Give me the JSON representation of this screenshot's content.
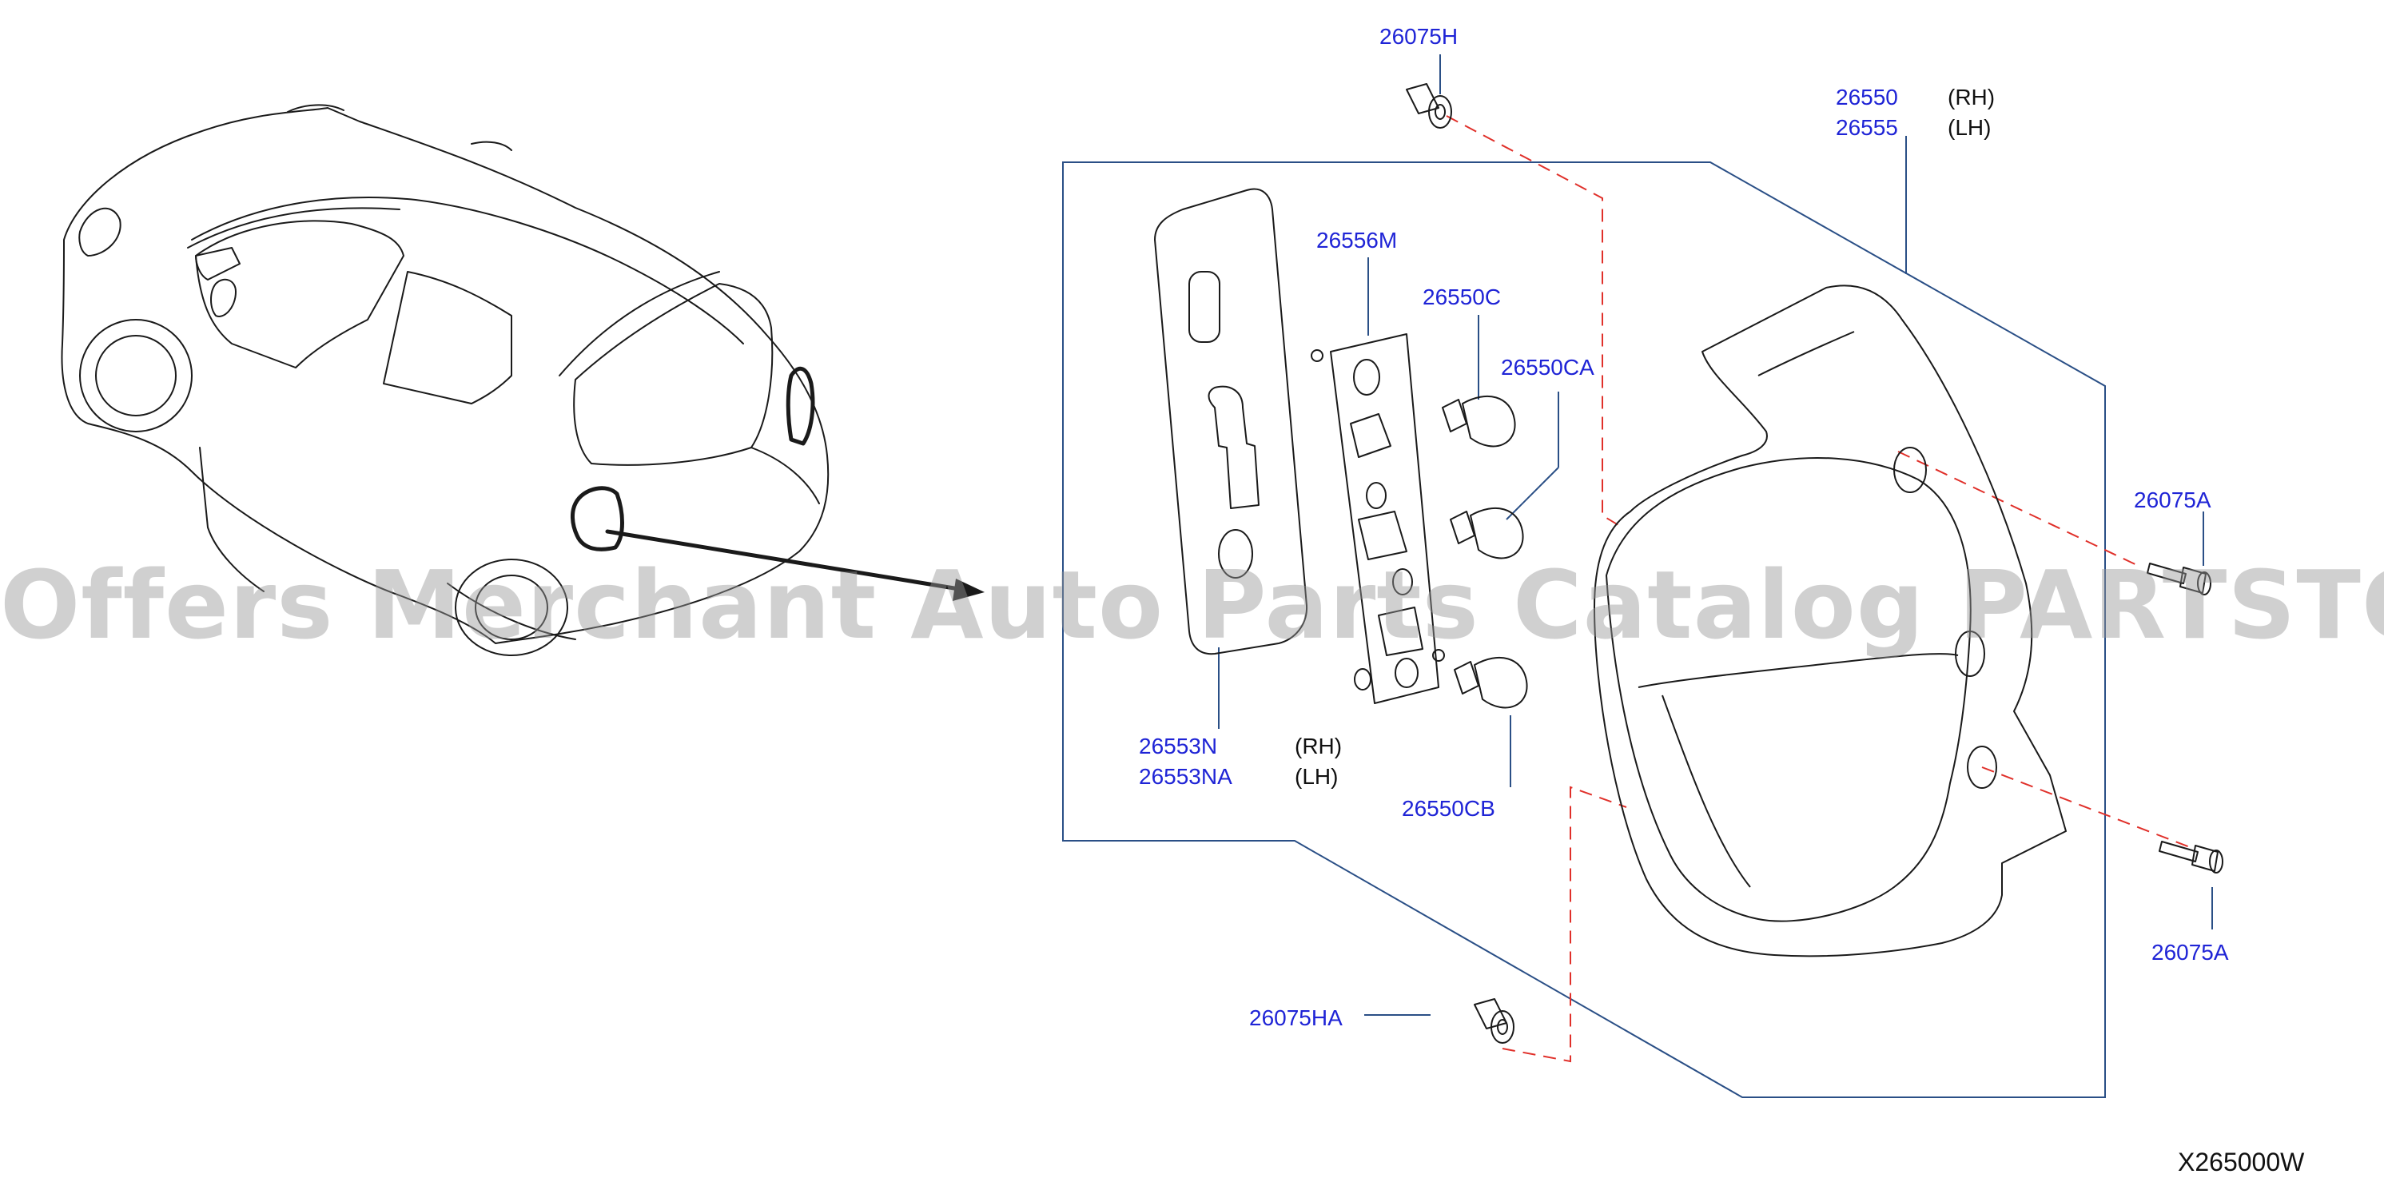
{
  "labels": {
    "p26075H": "26075H",
    "p26550": "26550",
    "p26555": "26555",
    "rh1": "(RH)",
    "lh1": "(LH)",
    "p26556M": "26556M",
    "p26550C": "26550C",
    "p26550CA": "26550CA",
    "p26075A_top": "26075A",
    "p26553N": "26553N",
    "p26553NA": "26553NA",
    "rh2": "(RH)",
    "lh2": "(LH)",
    "p26550CB": "26550CB",
    "p26075A_bottom": "26075A",
    "p26075HA": "26075HA"
  },
  "diagram_code": "X265000W",
  "watermark": "Offers Merchant Auto Parts Catalog PARTSTORE.SA",
  "colors": {
    "label": "#1f24d6",
    "leader": "#2a4f86",
    "dashed": "#e0302a",
    "outline": "#1a1a1a"
  }
}
